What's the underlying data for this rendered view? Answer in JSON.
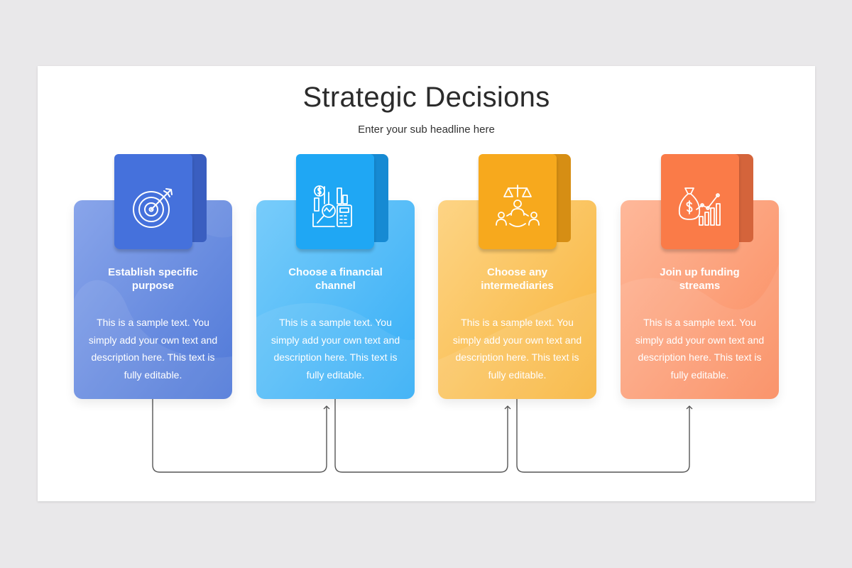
{
  "title": "Strategic Decisions",
  "subtitle": "Enter your sub headline here",
  "cards": [
    {
      "title": "Establish specific\npurpose",
      "description": "This is a sample text. You simply add your own text and description here. This text is fully editable.",
      "icon": "target-icon",
      "color_light": "#7d9be6",
      "color_dark": "#4a72d6",
      "tab_color": "#4370da",
      "tab_fold": "#3a5fbe"
    },
    {
      "title": "Choose a financial\nchannel",
      "description": "This is a sample text. You simply add your own text and description here. This text is fully editable.",
      "icon": "financial-analysis-icon",
      "color_light": "#6fc6f9",
      "color_dark": "#33adf6",
      "tab_color": "#1ca6f3",
      "tab_fold": "#1488cf"
    },
    {
      "title": "Choose any\nintermediaries",
      "description": "This is a sample text. You simply add your own text and description here. This text is fully editable.",
      "icon": "intermediaries-icon",
      "color_light": "#fcd077",
      "color_dark": "#f8b53a",
      "tab_color": "#f7a91c",
      "tab_fold": "#d58d12"
    },
    {
      "title": "Join up funding\nstreams",
      "description": "This is a sample text. You simply add your own text and description here. This text is fully editable.",
      "icon": "money-bag-chart-icon",
      "color_light": "#fdb191",
      "color_dark": "#fa8f62",
      "tab_color": "#fa7a47",
      "tab_fold": "#d9633a"
    }
  ]
}
